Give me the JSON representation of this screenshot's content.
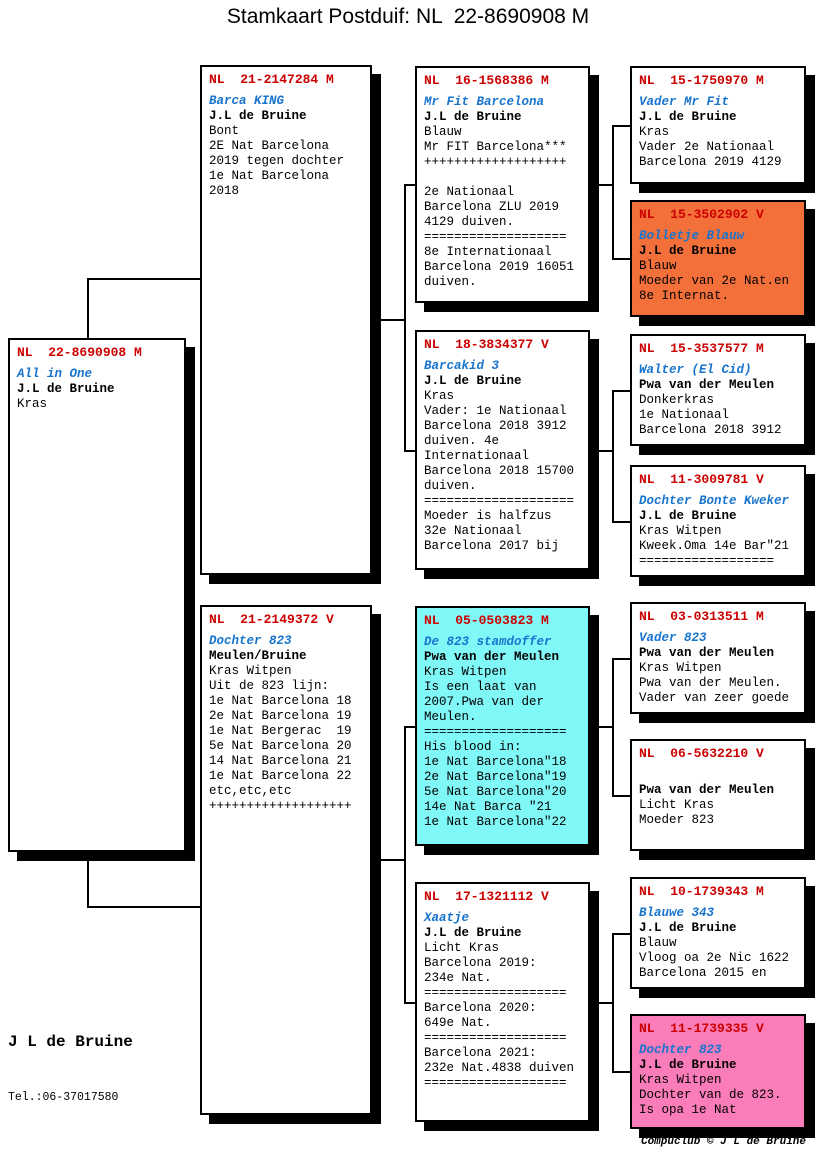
{
  "title": "Stamkaart Postduif: NL  22-8690908 M",
  "colors": {
    "ring_red": "#CC0000",
    "name_blue": "#1874CD",
    "highlight_cyan": "#80F8F8",
    "highlight_orange": "#F4703A",
    "highlight_pink": "#FA7CB8"
  },
  "boxes": {
    "subject": {
      "id": "NL  22-8690908 M",
      "name": "All in One",
      "owner": "J.L de Bruine",
      "details": [
        "Kras"
      ]
    },
    "father": {
      "id": "NL  21-2147284 M",
      "name": "Barca KING",
      "owner": "J.L de Bruine",
      "details": [
        "Bont",
        "2E Nat Barcelona",
        "2019 tegen dochter",
        "1e Nat Barcelona",
        "2018"
      ]
    },
    "mother": {
      "id": "NL  21-2149372 V",
      "name": "Dochter 823",
      "owner": "Meulen/Bruine",
      "details": [
        "Kras Witpen",
        "Uit de 823 lijn:",
        "1e Nat Barcelona 18",
        "2e Nat Barcelona 19",
        "1e Nat Bergerac  19",
        "5e Nat Barcelona 20",
        "14 Nat Barcelona 21",
        "1e Nat Barcelona 22",
        "etc,etc,etc",
        "+++++++++++++++++++"
      ]
    },
    "father_father": {
      "id": "NL  16-1568386 M",
      "name": "Mr Fit Barcelona",
      "owner": "J.L de Bruine",
      "details": [
        "Blauw",
        "Mr FIT Barcelona***",
        "+++++++++++++++++++",
        "",
        "2e Nationaal",
        "Barcelona ZLU 2019",
        "4129 duiven.",
        "===================",
        "8e Internationaal",
        "Barcelona 2019 16051",
        "duiven."
      ]
    },
    "father_mother": {
      "id": "NL  18-3834377 V",
      "name": "Barcakid 3",
      "owner": "J.L de Bruine",
      "details": [
        "Kras",
        "Vader: 1e Nationaal",
        "Barcelona 2018 3912",
        "duiven. 4e",
        "Internationaal",
        "Barcelona 2018 15700",
        "duiven.",
        "====================",
        "Moeder is halfzus",
        "32e Nationaal",
        "Barcelona 2017 bij"
      ]
    },
    "mother_father": {
      "id": "NL  05-0503823 M",
      "name": "De 823 stamdoffer",
      "owner": "Pwa van der Meulen",
      "details": [
        "Kras Witpen",
        "Is een laat van",
        "2007.Pwa van der",
        "Meulen.",
        "===================",
        "His blood in:",
        "1e Nat Barcelona\"18",
        "2e Nat Barcelona\"19",
        "5e Nat Barcelona\"20",
        "14e Nat Barca \"21",
        "1e Nat Barcelona\"22"
      ]
    },
    "mother_mother": {
      "id": "NL  17-1321112 V",
      "name": "Xaatje",
      "owner": "J.L de Bruine",
      "details": [
        "Licht Kras",
        "Barcelona 2019:",
        "234e Nat.",
        "===================",
        "Barcelona 2020:",
        "649e Nat.",
        "===================",
        "Barcelona 2021:",
        "232e Nat.4838 duiven",
        "==================="
      ]
    },
    "ff_father": {
      "id": "NL  15-1750970 M",
      "name": "Vader Mr Fit",
      "owner": "J.L de Bruine",
      "details": [
        "Kras",
        "Vader 2e Nationaal",
        "Barcelona 2019 4129"
      ]
    },
    "ff_mother": {
      "id": "NL  15-3502902 V",
      "name": "Bolletje Blauw",
      "owner": "J.L de Bruine",
      "details": [
        "Blauw",
        "Moeder van 2e Nat.en",
        "8e Internat."
      ]
    },
    "fm_father": {
      "id": "NL  15-3537577 M",
      "name": "Walter (El Cid)",
      "owner": "Pwa van der Meulen",
      "details": [
        "Donkerkras",
        "1e Nationaal",
        "Barcelona 2018 3912"
      ]
    },
    "fm_mother": {
      "id": "NL  11-3009781 V",
      "name": "Dochter Bonte Kweker",
      "owner": "J.L de Bruine",
      "details": [
        "Kras Witpen",
        "Kweek.Oma 14e Bar\"21",
        "=================="
      ]
    },
    "mf_father": {
      "id": "NL  03-0313511 M",
      "name": "Vader 823",
      "owner": "Pwa van der Meulen",
      "details": [
        "Kras Witpen",
        "Pwa van der Meulen.",
        "Vader van zeer goede"
      ]
    },
    "mf_mother": {
      "id": "NL  06-5632210 V",
      "name": "",
      "owner": "Pwa van der Meulen",
      "details": [
        "Licht Kras",
        "Moeder 823"
      ]
    },
    "mm_father": {
      "id": "NL  10-1739343 M",
      "name": "Blauwe 343",
      "owner": "J.L de Bruine",
      "details": [
        "Blauw",
        "Vloog oa 2e Nic 1622",
        "Barcelona 2015 en"
      ]
    },
    "mm_mother": {
      "id": "NL  11-1739335 V",
      "name": "Dochter 823",
      "owner": "J.L de Bruine",
      "details": [
        "Kras Witpen",
        "Dochter van de 823.",
        "Is opa 1e Nat"
      ]
    }
  },
  "footer": {
    "owner": "J L de Bruine",
    "phone": "Tel.:06-37017580",
    "credit": "Compuclub © J L de Bruine"
  }
}
